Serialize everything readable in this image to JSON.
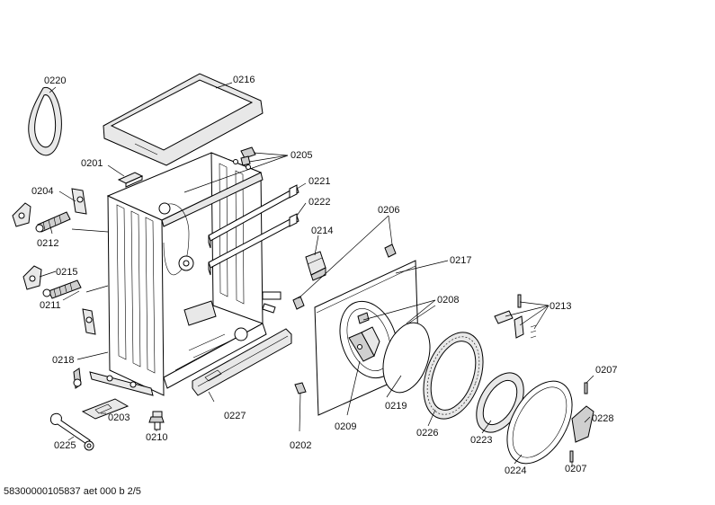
{
  "labels": {
    "p0220": "0220",
    "p0216": "0216",
    "p0201": "0201",
    "p0205": "0205",
    "p0221": "0221",
    "p0204": "0204",
    "p0222": "0222",
    "p0206": "0206",
    "p0212": "0212",
    "p0214": "0214",
    "p0215": "0215",
    "p0217": "0217",
    "p0211": "0211",
    "p0208": "0208",
    "p0213": "0213",
    "p0218": "0218",
    "p0207a": "0207",
    "p0203": "0203",
    "p0227": "0227",
    "p0219": "0219",
    "p0209": "0209",
    "p0226": "0226",
    "p0228": "0228",
    "p0225": "0225",
    "p0210": "0210",
    "p0202": "0202",
    "p0223": "0223",
    "p0224": "0224",
    "p0207b": "0207"
  },
  "footer": "58300000105837 aet 000 b 2/5"
}
